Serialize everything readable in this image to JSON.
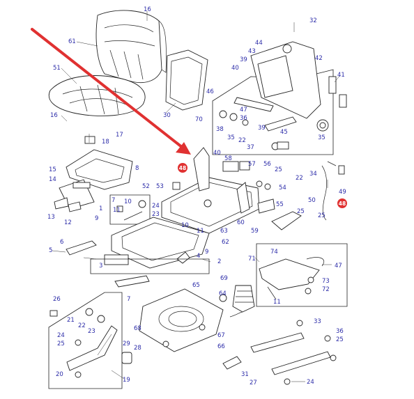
{
  "diagram": {
    "labels": [
      {
        "id": "16a",
        "text": "16"
      },
      {
        "id": "61",
        "text": "61"
      },
      {
        "id": "51",
        "text": "51"
      },
      {
        "id": "16b",
        "text": "16"
      },
      {
        "id": "30",
        "text": "30"
      },
      {
        "id": "32",
        "text": "32"
      },
      {
        "id": "44",
        "text": "44"
      },
      {
        "id": "43",
        "text": "43"
      },
      {
        "id": "39a",
        "text": "39"
      },
      {
        "id": "42",
        "text": "42"
      },
      {
        "id": "40a",
        "text": "40"
      },
      {
        "id": "41",
        "text": "41"
      },
      {
        "id": "46",
        "text": "46"
      },
      {
        "id": "47a",
        "text": "47"
      },
      {
        "id": "36a",
        "text": "36"
      },
      {
        "id": "70",
        "text": "70"
      },
      {
        "id": "38",
        "text": "38"
      },
      {
        "id": "35a",
        "text": "35"
      },
      {
        "id": "22a",
        "text": "22"
      },
      {
        "id": "39b",
        "text": "39"
      },
      {
        "id": "45",
        "text": "45"
      },
      {
        "id": "37",
        "text": "37"
      },
      {
        "id": "35b",
        "text": "35"
      },
      {
        "id": "17",
        "text": "17"
      },
      {
        "id": "18",
        "text": "18"
      },
      {
        "id": "40b",
        "text": "40"
      },
      {
        "id": "58",
        "text": "58"
      },
      {
        "id": "57",
        "text": "57"
      },
      {
        "id": "56",
        "text": "56"
      },
      {
        "id": "34",
        "text": "34"
      },
      {
        "id": "15",
        "text": "15"
      },
      {
        "id": "14",
        "text": "14"
      },
      {
        "id": "8",
        "text": "8"
      },
      {
        "id": "52",
        "text": "52"
      },
      {
        "id": "53",
        "text": "53"
      },
      {
        "id": "25a",
        "text": "25"
      },
      {
        "id": "22b",
        "text": "22"
      },
      {
        "id": "54",
        "text": "54"
      },
      {
        "id": "49",
        "text": "49"
      },
      {
        "id": "1",
        "text": "1"
      },
      {
        "id": "7a",
        "text": "7"
      },
      {
        "id": "10a",
        "text": "10"
      },
      {
        "id": "11a",
        "text": "11"
      },
      {
        "id": "13",
        "text": "13"
      },
      {
        "id": "12",
        "text": "12"
      },
      {
        "id": "9a",
        "text": "9"
      },
      {
        "id": "24a",
        "text": "24"
      },
      {
        "id": "23a",
        "text": "23"
      },
      {
        "id": "10b",
        "text": "10"
      },
      {
        "id": "11b",
        "text": "11"
      },
      {
        "id": "63",
        "text": "63"
      },
      {
        "id": "60",
        "text": "60"
      },
      {
        "id": "59",
        "text": "59"
      },
      {
        "id": "55",
        "text": "55"
      },
      {
        "id": "50",
        "text": "50"
      },
      {
        "id": "25b",
        "text": "25"
      },
      {
        "id": "25c",
        "text": "25"
      },
      {
        "id": "6",
        "text": "6"
      },
      {
        "id": "62",
        "text": "62"
      },
      {
        "id": "9b",
        "text": "9"
      },
      {
        "id": "5",
        "text": "5"
      },
      {
        "id": "3",
        "text": "3"
      },
      {
        "id": "4",
        "text": "4"
      },
      {
        "id": "2",
        "text": "2"
      },
      {
        "id": "74",
        "text": "74"
      },
      {
        "id": "71",
        "text": "71"
      },
      {
        "id": "47b",
        "text": "47"
      },
      {
        "id": "73",
        "text": "73"
      },
      {
        "id": "72",
        "text": "72"
      },
      {
        "id": "7b",
        "text": "7"
      },
      {
        "id": "65",
        "text": "65"
      },
      {
        "id": "69",
        "text": "69"
      },
      {
        "id": "64",
        "text": "64"
      },
      {
        "id": "11c",
        "text": "11"
      },
      {
        "id": "26",
        "text": "26"
      },
      {
        "id": "21",
        "text": "21"
      },
      {
        "id": "22c",
        "text": "22"
      },
      {
        "id": "23b",
        "text": "23"
      },
      {
        "id": "24b",
        "text": "24"
      },
      {
        "id": "25d",
        "text": "25"
      },
      {
        "id": "68",
        "text": "68"
      },
      {
        "id": "67",
        "text": "67"
      },
      {
        "id": "66",
        "text": "66"
      },
      {
        "id": "33",
        "text": "33"
      },
      {
        "id": "36b",
        "text": "36"
      },
      {
        "id": "25e",
        "text": "25"
      },
      {
        "id": "29",
        "text": "29"
      },
      {
        "id": "28",
        "text": "28"
      },
      {
        "id": "20",
        "text": "20"
      },
      {
        "id": "19",
        "text": "19"
      },
      {
        "id": "31",
        "text": "31"
      },
      {
        "id": "27",
        "text": "27"
      },
      {
        "id": "24c",
        "text": "24"
      }
    ],
    "highlights": [
      {
        "id": "48a",
        "text": "48"
      },
      {
        "id": "48b",
        "text": "48"
      }
    ],
    "colors": {
      "label": "#2b2ba8",
      "highlight": "#e03131",
      "arrow": "#e03131",
      "line": "#222222"
    }
  }
}
